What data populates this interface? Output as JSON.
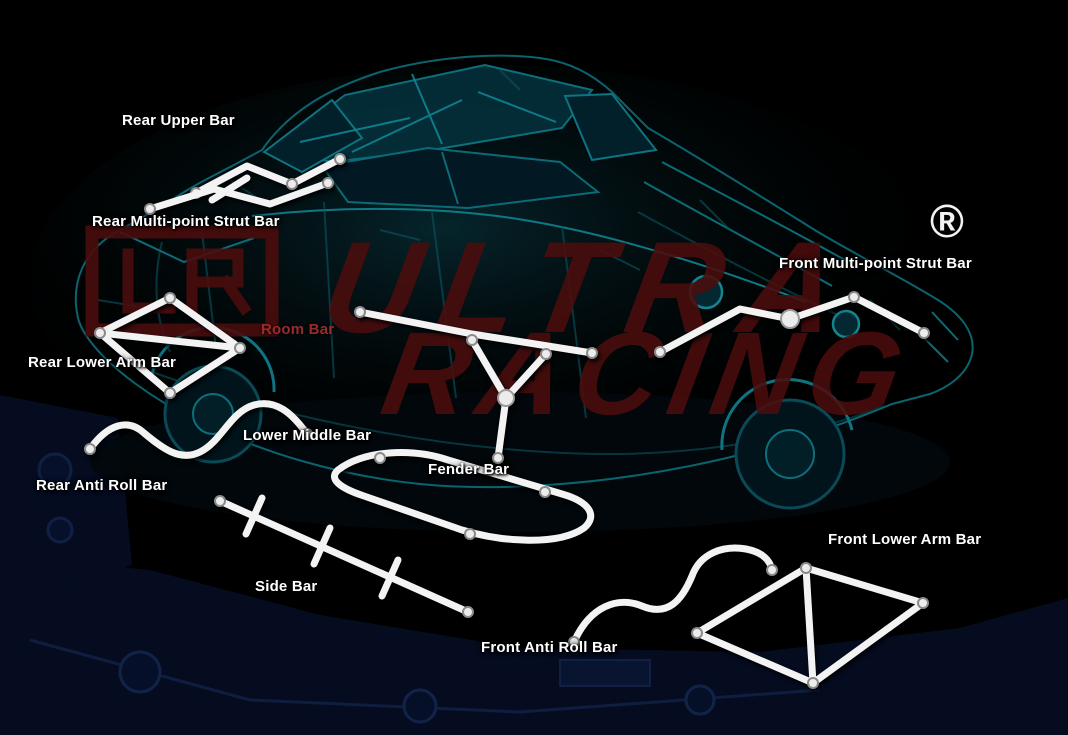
{
  "watermark": {
    "line1": "ULTRA",
    "line2": "RACING",
    "registered_mark": "®",
    "color": "#4b0d0d"
  },
  "labels": {
    "rear_upper_bar": "Rear Upper Bar",
    "rear_multi_point_strut_bar": "Rear Multi-point Strut Bar",
    "room_bar": "Room Bar",
    "rear_lower_arm_bar": "Rear Lower Arm Bar",
    "lower_middle_bar": "Lower Middle Bar",
    "rear_anti_roll_bar": "Rear Anti Roll Bar",
    "fender_bar": "Fender Bar",
    "side_bar": "Side Bar",
    "front_anti_roll_bar": "Front Anti Roll Bar",
    "front_multi_point_strut_bar": "Front Multi-point Strut Bar",
    "front_lower_arm_bar": "Front Lower Arm Bar"
  },
  "colors": {
    "background": "#000000",
    "label_text": "#ffffff",
    "room_bar_label": "#9b2b2b",
    "bar_stroke": "#f3f3f3",
    "chassis_teal": "#0c6b77",
    "subframe_navy": "#050c20",
    "watermark_red": "#4b0d0d"
  }
}
